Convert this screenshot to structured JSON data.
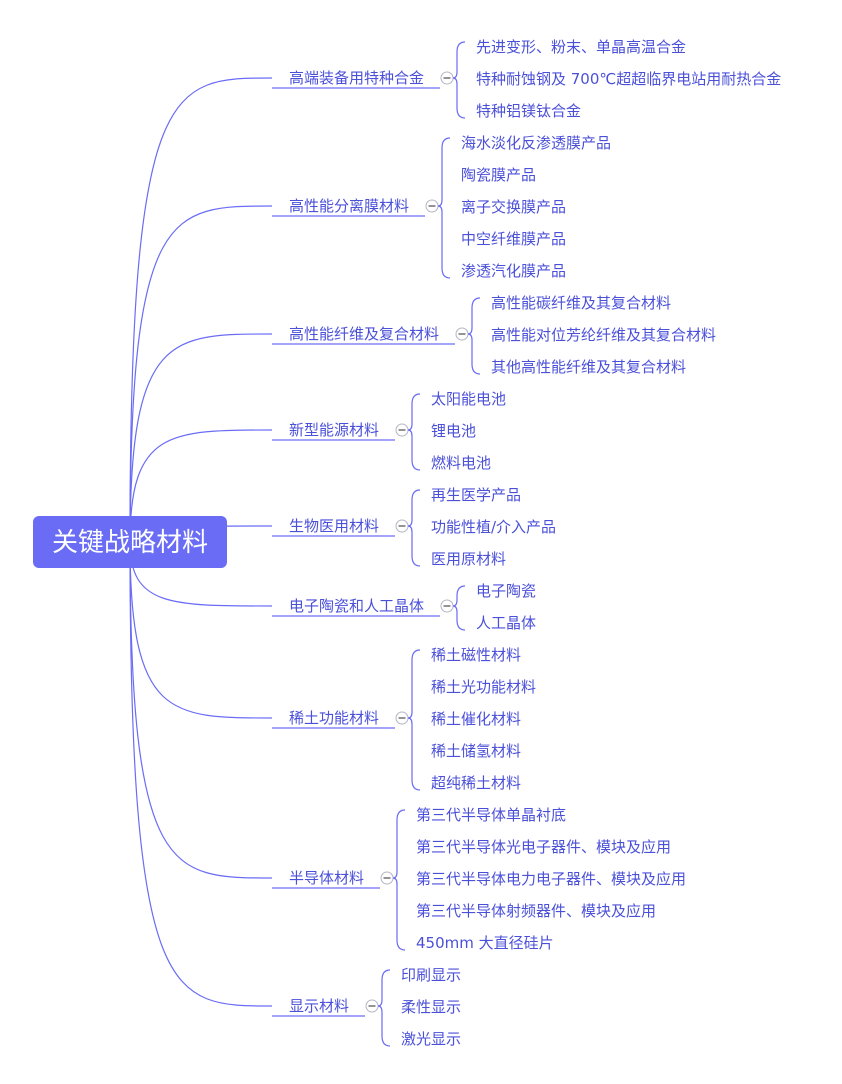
{
  "root": {
    "label": "关键战略材料"
  },
  "branches": [
    {
      "label": "高端装备用特种合金",
      "children": [
        "先进变形、粉末、单晶高温合金",
        "特种耐蚀钢及 700℃超超临界电站用耐热合金",
        "特种铝镁钛合金"
      ]
    },
    {
      "label": "高性能分离膜材料",
      "children": [
        "海水淡化反渗透膜产品",
        "陶瓷膜产品",
        "离子交换膜产品",
        "中空纤维膜产品",
        "渗透汽化膜产品"
      ]
    },
    {
      "label": "高性能纤维及复合材料",
      "children": [
        "高性能碳纤维及其复合材料",
        "高性能对位芳纶纤维及其复合材料",
        "其他高性能纤维及其复合材料"
      ]
    },
    {
      "label": "新型能源材料",
      "children": [
        "太阳能电池",
        "锂电池",
        "燃料电池"
      ]
    },
    {
      "label": "生物医用材料",
      "children": [
        "再生医学产品",
        "功能性植/介入产品",
        "医用原材料"
      ]
    },
    {
      "label": "电子陶瓷和人工晶体",
      "children": [
        "电子陶瓷",
        "人工晶体"
      ]
    },
    {
      "label": "稀土功能材料",
      "children": [
        "稀土磁性材料",
        "稀土光功能材料",
        "稀土催化材料",
        "稀土储氢材料",
        "超纯稀土材料"
      ]
    },
    {
      "label": "半导体材料",
      "children": [
        "第三代半导体单晶衬底",
        "第三代半导体光电子器件、模块及应用",
        "第三代半导体电力电子器件、模块及应用",
        "第三代半导体射频器件、模块及应用",
        "450mm 大直径硅片"
      ]
    },
    {
      "label": "显示材料",
      "children": [
        "印刷显示",
        "柔性显示",
        "激光显示"
      ]
    }
  ]
}
